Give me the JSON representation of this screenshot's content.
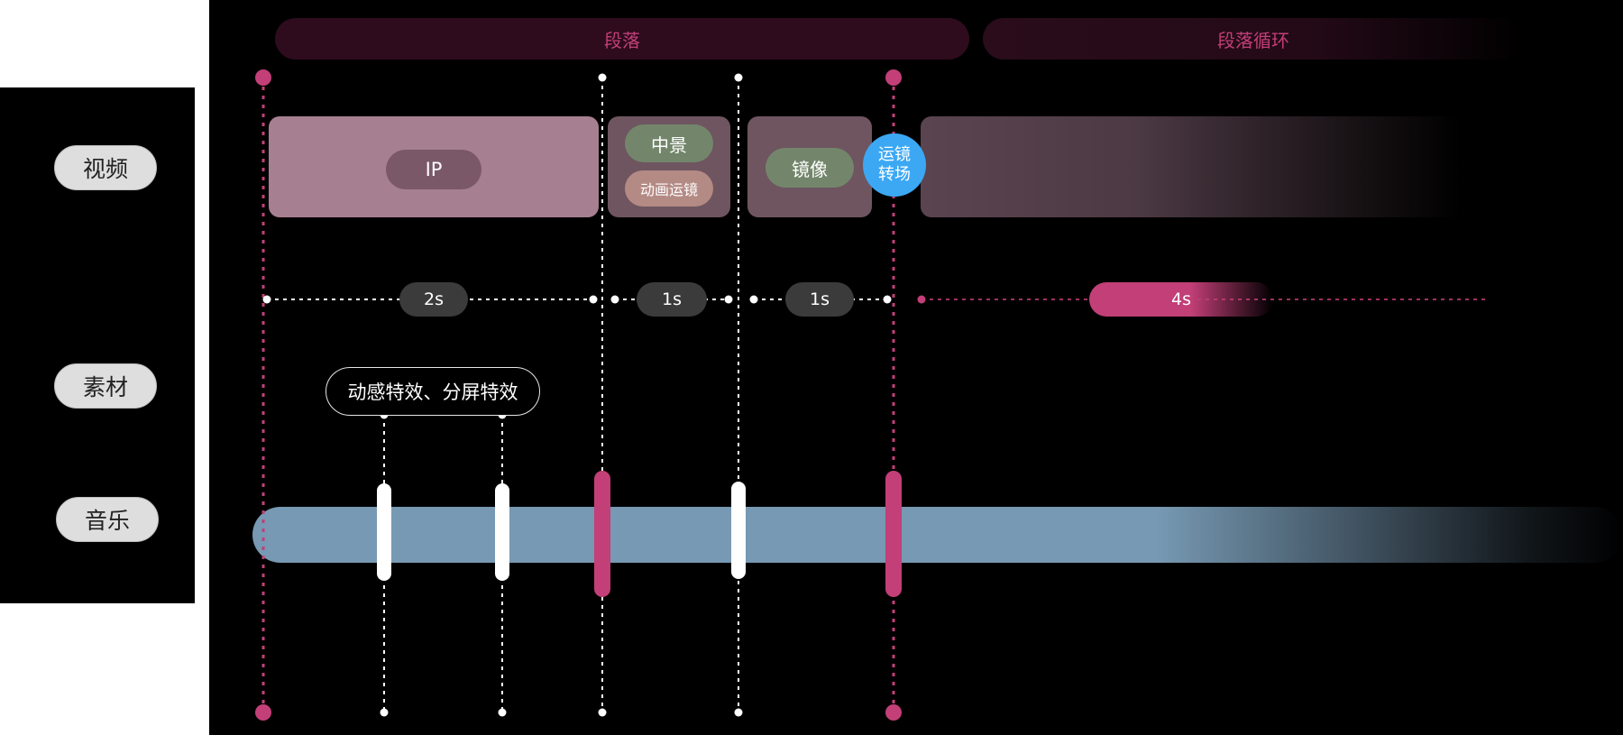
{
  "sidebar": {
    "video_label": "视频",
    "material_label": "素材",
    "music_label": "音乐"
  },
  "segments": {
    "paragraph": "段落",
    "paragraph_loop": "段落循环"
  },
  "video_track": {
    "clip1_tag": "IP",
    "clip2_tag_top": "中景",
    "clip2_tag_bottom": "动画运镜",
    "clip3_tag": "镜像",
    "transition_line1": "运镜",
    "transition_line2": "转场"
  },
  "durations": [
    "2s",
    "1s",
    "1s",
    "4s"
  ],
  "material": {
    "effects_label": "动感特效、分屏特效"
  },
  "colors": {
    "accent_pink": "#c23f77",
    "music_blue": "#7799b3",
    "transition_blue": "#3ca8f4",
    "tag_green": "#73866b"
  }
}
